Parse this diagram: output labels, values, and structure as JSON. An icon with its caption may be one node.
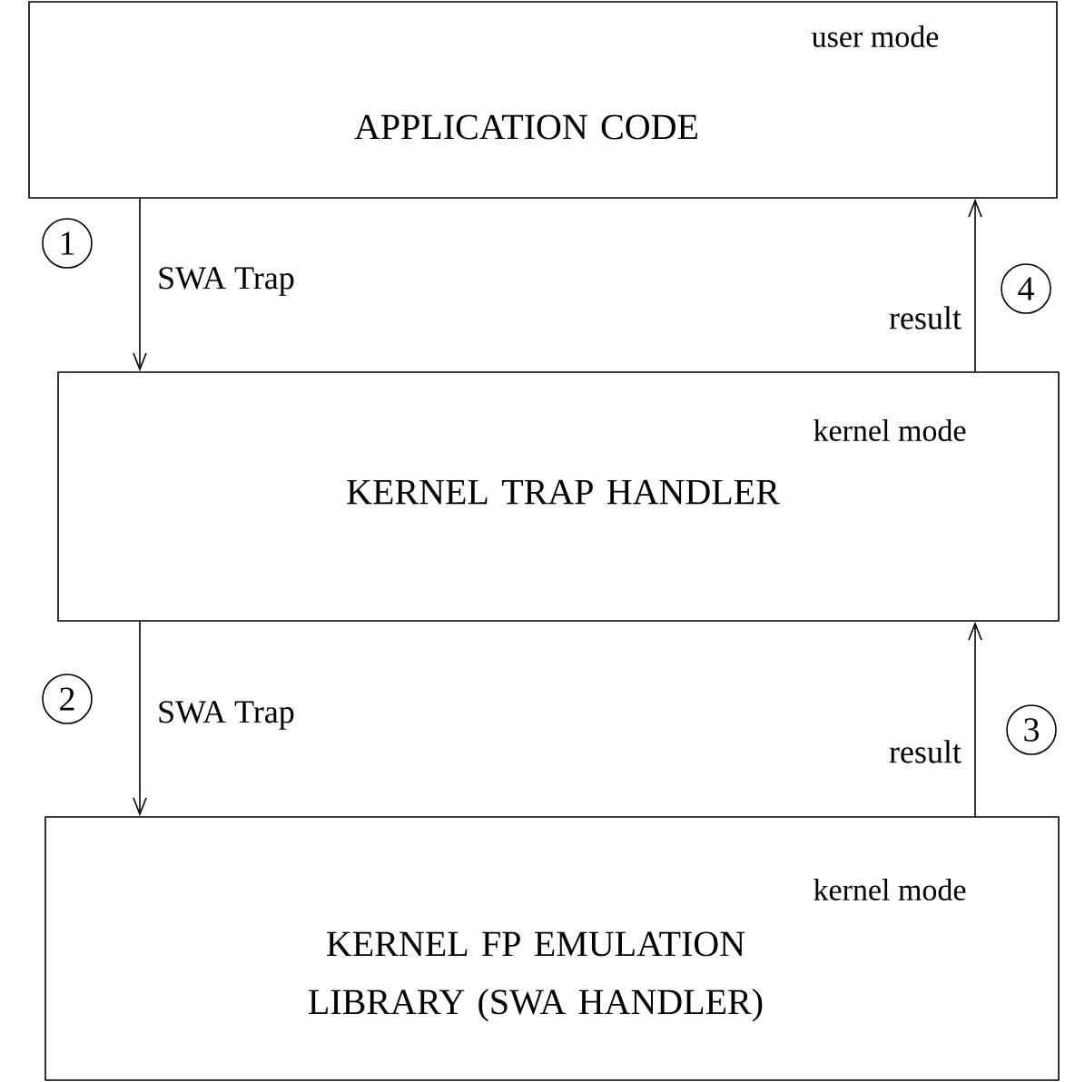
{
  "diagram": {
    "nodes": [
      {
        "text": [
          "user mode",
          "APPLICATION CODE"
        ]
      },
      {
        "text": [
          "kernel mode",
          "KERNEL TRAP HANDLER"
        ]
      },
      {
        "text": [
          "kernel mode",
          "KERNEL FP EMULATION LIBRARY (SWA HANDLER)"
        ]
      },
      {
        "text": [
          "1"
        ]
      },
      {
        "text": [
          "4"
        ]
      },
      {
        "text": [
          "2"
        ]
      },
      {
        "text": [
          "3"
        ]
      }
    ],
    "edges": [
      {
        "from": 0,
        "to": 1,
        "arrow": "to",
        "label": "SWA Trap"
      },
      {
        "from": 1,
        "to": 0,
        "arrow": "to",
        "label": "result"
      },
      {
        "from": 1,
        "to": 2,
        "arrow": "to",
        "label": "SWA Trap"
      },
      {
        "from": 2,
        "to": 1,
        "arrow": "to",
        "label": "result"
      }
    ]
  }
}
